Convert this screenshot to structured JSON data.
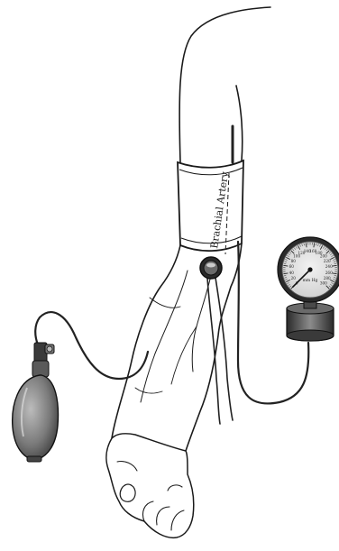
{
  "labels": {
    "artery": "Brachial Artery"
  },
  "gauge": {
    "brand": "",
    "unit": "mm Hg",
    "scale_min": 0,
    "scale_max": 300,
    "major_ticks": [
      "0",
      "20",
      "40",
      "60",
      "80",
      "100",
      "120",
      "140",
      "160",
      "180",
      "200",
      "220",
      "240",
      "260",
      "280",
      "300"
    ],
    "needle_reading": 0
  },
  "colors": {
    "ink": "#1a1a1a",
    "skin": "#ffffff",
    "bulb": "#8a8a8a",
    "bulb_dark": "#4a4a4a",
    "gauge_face": "#e6e6e6",
    "tube": "#222222"
  },
  "icons": [
    "stethoscope-diaphragm-icon",
    "pressure-gauge-icon",
    "inflation-bulb-icon"
  ]
}
